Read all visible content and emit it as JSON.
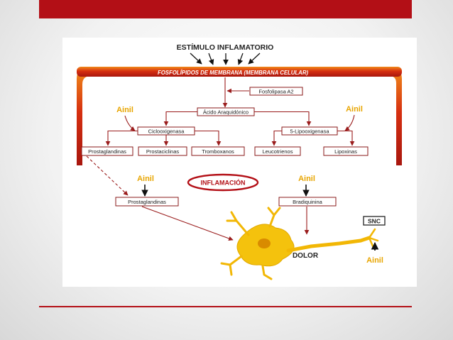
{
  "diagram": {
    "stimulus": "ESTÍMULO INFLAMATORIO",
    "membrane": "FOSFOLÍPIDOS DE MEMBRANA (MEMBRANA CELULAR)",
    "fosfolipasa": "Fosfolipasa A2",
    "acido": "Ácido Araquidónico",
    "ciclo": "Ciclooxigenasa",
    "lipo": "5-Lipooxigenasa",
    "prostaglandinas": "Prostaglandinas",
    "prostaciclinas": "Prostaciclinas",
    "tromboxanos": "Tromboxanos",
    "leucotrienos": "Leucotrienos",
    "lipoxinas": "Lipoxinas",
    "inflamacion": "INFLAMACIÓN",
    "prostaglandinas2": "Prostaglandinas",
    "bradiquinina": "Bradiquinina",
    "snc": "SNC",
    "dolor": "DOLOR",
    "ainil": "Ainil"
  },
  "colors": {
    "accent_red": "#b30f16",
    "arrow_red": "#9a1c1c",
    "ainil_yellow": "#e8a500",
    "neuron_yellow": "#f2b705"
  }
}
